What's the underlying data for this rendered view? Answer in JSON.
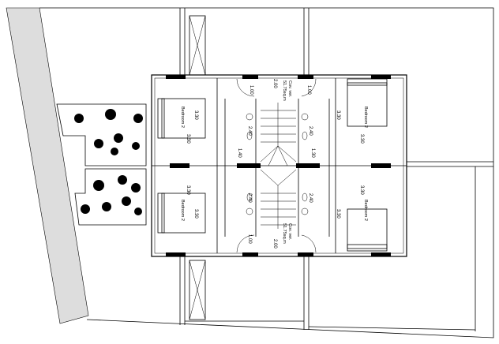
{
  "plan": {
    "rooms": {
      "bedroom_tl": "Bedroom 2",
      "bedroom_tr": "Bedroom 2",
      "bedroom_bl": "Bedroom 2",
      "bedroom_br": "Bedroom 2"
    },
    "dimensions": {
      "d_330": "3.30",
      "d_200": "2.00",
      "d_100": "1.00",
      "d_240": "2.40",
      "d_140": "1.40",
      "d_130": "1.30"
    },
    "area_label": {
      "line1": "Cov. ver.",
      "line2": "51.75sq.m"
    }
  }
}
